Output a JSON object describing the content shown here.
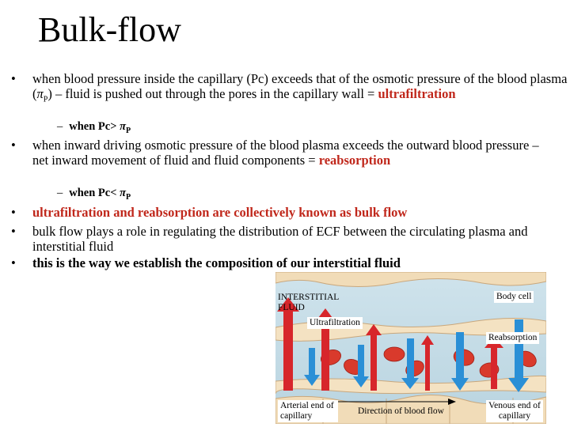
{
  "title": "Bulk-flow",
  "bullets": {
    "b1": {
      "part1": "when blood pressure inside the capillary (Pc) exceeds that of the osmotic pressure of the blood plasma (",
      "pi": "π",
      "pi_sub": "P",
      "part2": ") – fluid is pushed out through the pores in the capillary wall = ",
      "emph": "ultrafiltration"
    },
    "s1": {
      "text": "when Pc> ",
      "pi": "π",
      "pi_sub": "P"
    },
    "b2": {
      "part1": "when inward driving osmotic pressure of the blood plasma exceeds the outward blood pressure – net inward movement of fluid and fluid components = ",
      "emph": "reabsorption"
    },
    "s2": {
      "text": "when Pc< ",
      "pi": "π",
      "pi_sub": "P"
    },
    "b3": {
      "text": "ultrafiltration and reabsorption are collectively known as bulk flow"
    },
    "b4": {
      "text": "bulk flow plays a role in regulating the distribution of ECF between the circulating plasma and interstitial fluid"
    },
    "b5": {
      "text": "this is the way we establish the composition of our interstitial fluid"
    },
    "bullet_char": "•",
    "dash_char": "–"
  },
  "figure": {
    "interstitial_label": "INTERSTITIAL FLUID",
    "body_cell_label": "Body cell",
    "ultrafiltration_label": "Ultrafiltration",
    "reabsorption_label": "Reabsorption",
    "arterial_label": "Arterial end of capillary",
    "direction_label": "Direction of blood flow",
    "venous_label": "Venous end of capillary",
    "colors": {
      "red_arrow": "#d7262b",
      "blue_arrow": "#2a8fd6",
      "rbc": "#d93a2c",
      "tissue": "#f1dcb8"
    }
  }
}
